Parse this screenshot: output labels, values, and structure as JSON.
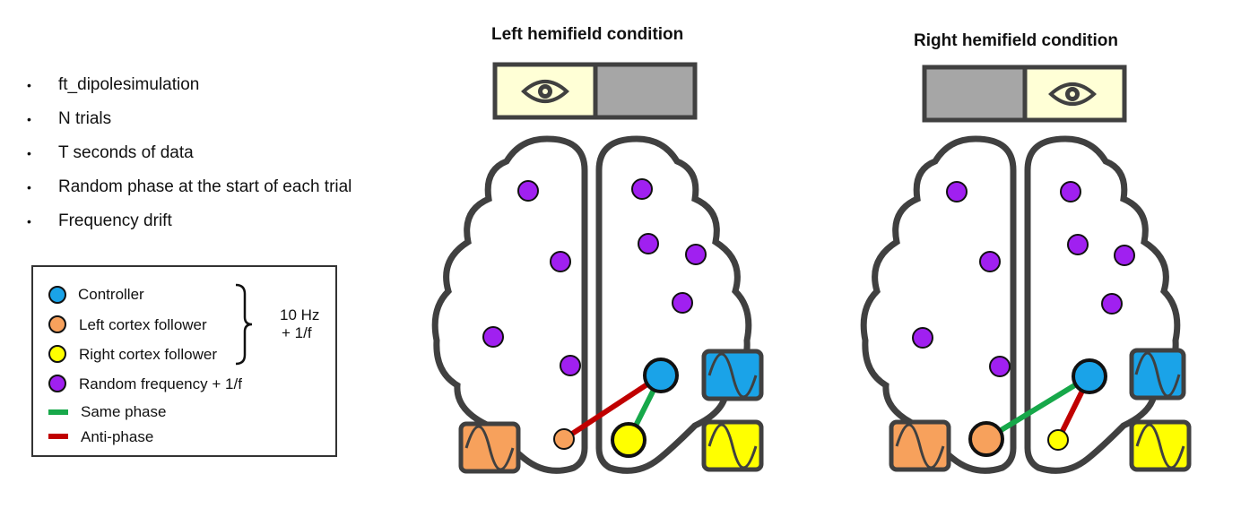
{
  "bullets": [
    "ft_dipolesimulation",
    "N trials",
    "T seconds of data",
    "Random phase at the start of each trial",
    "Frequency drift"
  ],
  "legend": {
    "controller": "Controller",
    "left_follower": "Left cortex follower",
    "right_follower": "Right cortex follower",
    "random": "Random frequency + 1/f",
    "same_phase": "Same phase",
    "anti_phase": "Anti-phase",
    "bracket_label_1": "10 Hz",
    "bracket_label_2": "+ 1/f"
  },
  "conditions": {
    "left_title": "Left hemifield condition",
    "right_title": "Right hemifield condition"
  },
  "colors": {
    "controller": "#1aa3e8",
    "left_follower": "#f7a15c",
    "right_follower": "#ffff00",
    "random": "#a020f0",
    "same_phase": "#17a84a",
    "anti_phase": "#c00000",
    "attended_field": "#ffffd6",
    "unattended_field": "#a6a6a6",
    "outline": "#404040"
  },
  "icons": {
    "eye": "eye-icon",
    "wave": "sine-wave-icon"
  }
}
